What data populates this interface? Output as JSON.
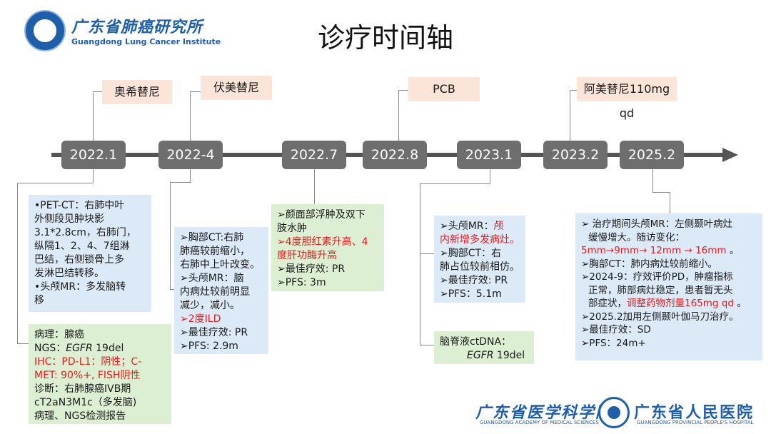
{
  "header": {
    "logo_cn": "广东省肺癌研究所",
    "logo_en": "Guangdong Lung Cancer Institute",
    "title": "诊疗时间轴"
  },
  "timeline": {
    "dates": [
      "2022.1",
      "2022-4",
      "2022.7",
      "2022.8",
      "2023.1",
      "2023.2",
      "2025.2"
    ],
    "drugs": [
      "奥希替尼",
      "伏美替尼",
      "PCB",
      "阿美替尼110mg qd"
    ]
  },
  "box1": {
    "l1": "•PET-CT：右肺中叶",
    "l2": "外侧段见肿块影",
    "l3": "3.1*2.8cm，右肺门，",
    "l4": "纵隔1、2、4、7组淋",
    "l5": "巴结，右侧锁骨上多",
    "l6": "发淋巴结转移。",
    "l7": "•头颅MR：多发脑转",
    "l8": "移"
  },
  "box2": {
    "l1": "病理：腺癌",
    "l2a": "NGS：",
    "l2b": "EGFR",
    "l2c": " 19del",
    "l3": "IHC：PD-L1：阴性；C-",
    "l4": "MET: 90%+, FISH阴性",
    "l5": "诊断：右肺腺癌IVB期",
    "l6": "cT2aN3M1c（多发脑)",
    "l7": "病理、NGS检测报告"
  },
  "box3": {
    "l1": "➢胸部CT:右肺",
    "l2": "肺癌较前缩小，",
    "l3": "右肺中上叶改变。",
    "l4": "➢头颅MR：脑",
    "l5": "内病灶较前明显",
    "l6": "减少，减小。",
    "l7": "➢2度ILD",
    "l8": "➢最佳疗效: PR",
    "l9": "➢PFS: 2.9m"
  },
  "box4": {
    "l1": "➢颜面部浮肿及双下",
    "l2": "肢水肿",
    "l3": "➢4度胆红素升高、4",
    "l4": "度肝功酶升高",
    "l5": "➢最佳疗效: PR",
    "l6": "➢PFS: 3m"
  },
  "box5": {
    "l1a": "➢头颅MR：",
    "l1b": "颅",
    "l2": "内新增多发病灶。",
    "l3": "➢胸部CT：右",
    "l4": "肺占位较前相仿。",
    "l5": "➢最佳疗效: PR",
    "l6": "➢PFS：5.1m"
  },
  "box6": {
    "l1": "脑脊液ctDNA：",
    "l2a": "EGFR",
    "l2b": " 19del"
  },
  "box7": {
    "l1": "➢ 治疗期间头颅MR：左侧颞叶病灶",
    "l2": "缓慢增大。随访变化：",
    "l3": "5mm→9mm→ 12mm → 16mm",
    "l3b": " 。",
    "l4": "➢胸部CT：肺内病灶较前缩小。",
    "l5": "➢2024-9：疗效评价PD，肿瘤指标",
    "l6": "正常，肺部病灶稳定，患者暂无头",
    "l7a": "部症状，",
    "l7b": "调整药物剂量165mg qd",
    "l7c": " 。",
    "l8": "➢2025.2加用左侧颞叶伽马刀治疗。",
    "l9": "➢最佳疗效：SD",
    "l10": "➢PFS：24m+"
  },
  "footer": {
    "cn1": "广东省医学科学院",
    "en1": "GUANGDONG ACADEMY OF MEDICAL SCIENCES",
    "cn2": "广东省人民医院",
    "en2": "GUANGDONG PROVINCIAL PEOPLE'S HOSPITAL"
  },
  "colors": {
    "date_box": "#6e6e6e",
    "drug_box": "#fbe4d8",
    "info_blue": "#dce9f7",
    "info_green": "#dcefd2",
    "highlight_red": "#e02020",
    "brand_blue": "#1f5ea8"
  }
}
